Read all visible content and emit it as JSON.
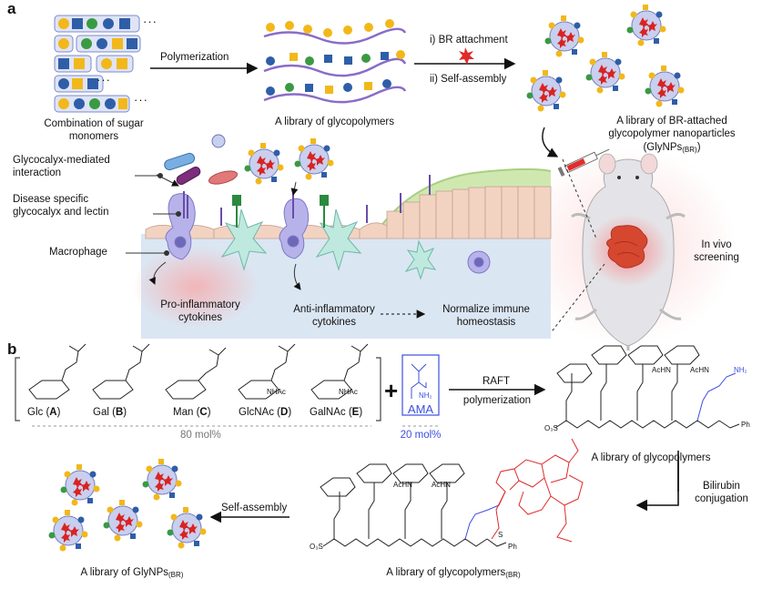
{
  "panel_a": {
    "letter": "a",
    "monomer_caption_1": "Combination of sugar",
    "monomer_caption_2": "monomers",
    "dots_1": "···",
    "dots_2": "···",
    "dots_3": "···",
    "polymerization": "Polymerization",
    "library_glycopolymers": "A library of glycopolymers",
    "step_1": "i) BR attachment",
    "step_2": "ii) Self-assembly",
    "np_caption_1": "A library of BR-attached",
    "np_caption_2": "glycopolymer nanoparticles",
    "np_caption_3": "(GlyNPs",
    "np_caption_3_sub": "(BR)",
    "np_caption_3_end": ")",
    "label_glycocalyx_1": "Glycocalyx-mediated",
    "label_glycocalyx_2": "interaction",
    "label_disease_1": "Disease specific",
    "label_disease_2": "glycocalyx and lectin",
    "label_macrophage": "Macrophage",
    "pro_inflammatory_1": "Pro-inflammatory",
    "pro_inflammatory_2": "cytokines",
    "anti_inflammatory_1": "Anti-inflammatory",
    "anti_inflammatory_2": "cytokines",
    "normalize_1": "Normalize immune",
    "normalize_2": "homeostasis",
    "in_vivo_1": "In vivo",
    "in_vivo_2": "screening"
  },
  "panel_b": {
    "letter": "b",
    "monomers": [
      {
        "name": "Glc",
        "code": "A"
      },
      {
        "name": "Gal",
        "code": "B"
      },
      {
        "name": "Man",
        "code": "C"
      },
      {
        "name": "GlcNAc",
        "code": "D"
      },
      {
        "name": "GalNAc",
        "code": "E"
      }
    ],
    "plus": "+",
    "mol_80": "80 mol%",
    "ama": "AMA",
    "mol_20": "20 mol%",
    "raft_1": "RAFT",
    "raft_2": "polymerization",
    "library_glycopolymers": "A library of glycopolymers",
    "bilirubin_1": "Bilirubin",
    "bilirubin_2": "conjugation",
    "library_glycopolymers_br": "A library of glycopolymers",
    "library_glycopolymers_br_sub": "(BR)",
    "self_assembly": "Self-assembly",
    "library_glynps": "A library of GlyNPs",
    "library_glynps_sub": "(BR)",
    "chem_nh2": "NH₂",
    "chem_nhac": "NHAc",
    "chem_acnh": "AcHN",
    "chem_o3s": "O₃S",
    "chem_ph": "Ph",
    "chem_s": "S"
  },
  "colors": {
    "sugar_yellow": "#f2b81a",
    "sugar_blue": "#2f5ea8",
    "sugar_green": "#3a9a43",
    "polymer_purple": "#8a6cc8",
    "bilirubin_red": "#e02a2a",
    "ama_blue": "#3b4fe0",
    "tissue_pink": "#f2d3c2",
    "gut_green": "#cfe8b0",
    "lumen_blue": "#dbe6f3"
  }
}
